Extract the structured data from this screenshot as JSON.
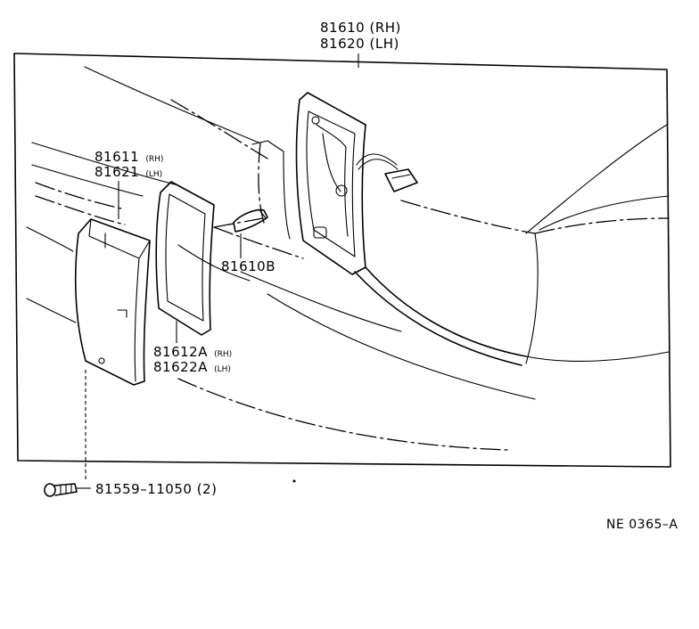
{
  "labels": {
    "lamp_assembly_rh": "81610 (RH)",
    "lamp_assembly_lh": "81620 (LH)",
    "lens_rh_num": "81611",
    "lens_rh_side": "(RH)",
    "lens_lh_num": "81621",
    "lens_lh_side": "(LH)",
    "bulb": "81610B",
    "gasket_rh_num": "81612A",
    "gasket_rh_side": "(RH)",
    "gasket_lh_num": "81622A",
    "gasket_lh_side": "(LH)",
    "screw": "81559–11050 (2)",
    "diagram_code": "NE 0365–A"
  }
}
